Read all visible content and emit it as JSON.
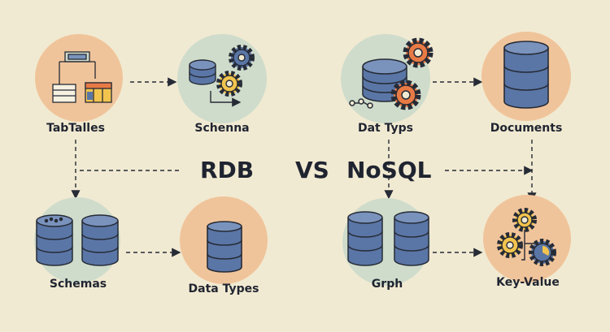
{
  "title": {
    "left": "RDB",
    "middle": "VS",
    "right": "NoSQL"
  },
  "nodes": {
    "tables": {
      "label": "TabTalles",
      "icon": "table-schema-icon"
    },
    "schema": {
      "label": "Schenna",
      "icon": "database-gears-icon"
    },
    "data_types_nosql": {
      "label": "Dat Typs",
      "icon": "database-gears-icon"
    },
    "documents": {
      "label": "Documents",
      "icon": "database-icon"
    },
    "schemas": {
      "label": "Schemas",
      "icon": "two-databases-icon"
    },
    "data_types": {
      "label": "Data Types",
      "icon": "database-icon"
    },
    "graph": {
      "label": "Grph",
      "icon": "two-databases-icon"
    },
    "key_value": {
      "label": "Key-Value",
      "icon": "gears-chart-icon"
    }
  },
  "colors": {
    "background": "#f1ead2",
    "peach": "#f0c49a",
    "sage": "#cfdccb",
    "db_blue": "#5a76a6",
    "outline": "#262b36",
    "gear_orange": "#e87a45",
    "gear_yellow": "#f2c44e",
    "text": "#1f2430"
  }
}
